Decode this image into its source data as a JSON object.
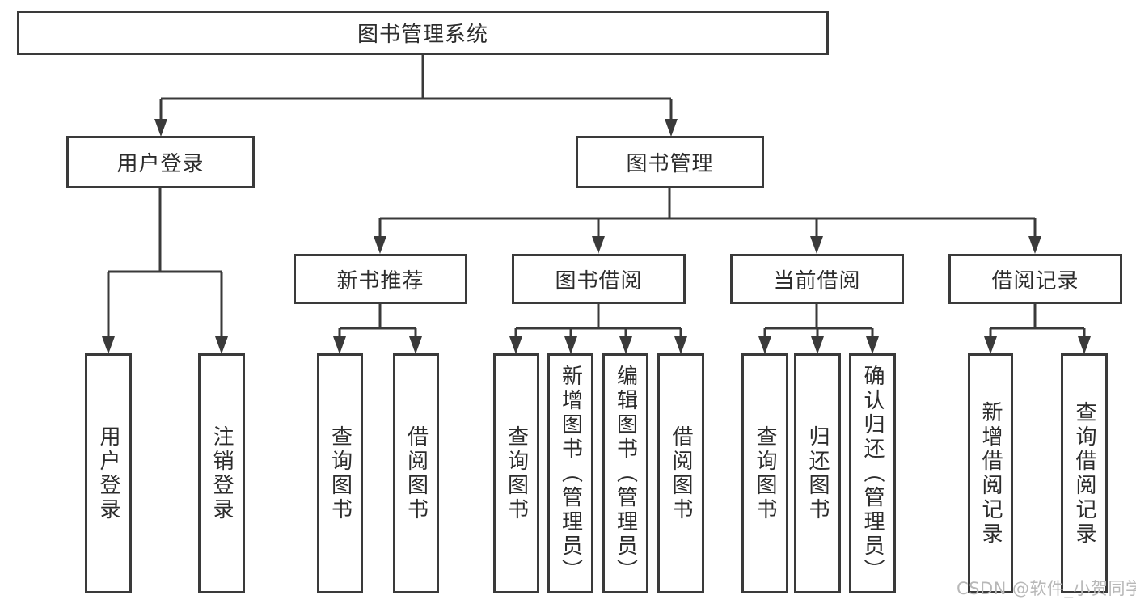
{
  "colors": {
    "line": "#3a3a3a",
    "box_border": "#3a3a3a",
    "text": "#2c2c2c",
    "background": "#ffffff",
    "watermark": "#b8b8b8"
  },
  "watermark": {
    "text": "CSDN @软件_小贺同学"
  },
  "tree": {
    "label": "图书管理系统",
    "children": [
      {
        "label": "用户登录",
        "children": [
          {
            "label": "用户登录"
          },
          {
            "label": "注销登录"
          }
        ]
      },
      {
        "label": "图书管理",
        "children": [
          {
            "label": "新书推荐",
            "children": [
              {
                "label": "查询图书"
              },
              {
                "label": "借阅图书"
              }
            ]
          },
          {
            "label": "图书借阅",
            "children": [
              {
                "label": "查询图书"
              },
              {
                "label": "新增图书（管理员）"
              },
              {
                "label": "编辑图书（管理员）"
              },
              {
                "label": "借阅图书"
              }
            ]
          },
          {
            "label": "当前借阅",
            "children": [
              {
                "label": "查询图书"
              },
              {
                "label": "归还图书"
              },
              {
                "label": "确认归还（管理员）"
              }
            ]
          },
          {
            "label": "借阅记录",
            "children": [
              {
                "label": "新增借阅记录"
              },
              {
                "label": "查询借阅记录"
              }
            ]
          }
        ]
      }
    ]
  }
}
